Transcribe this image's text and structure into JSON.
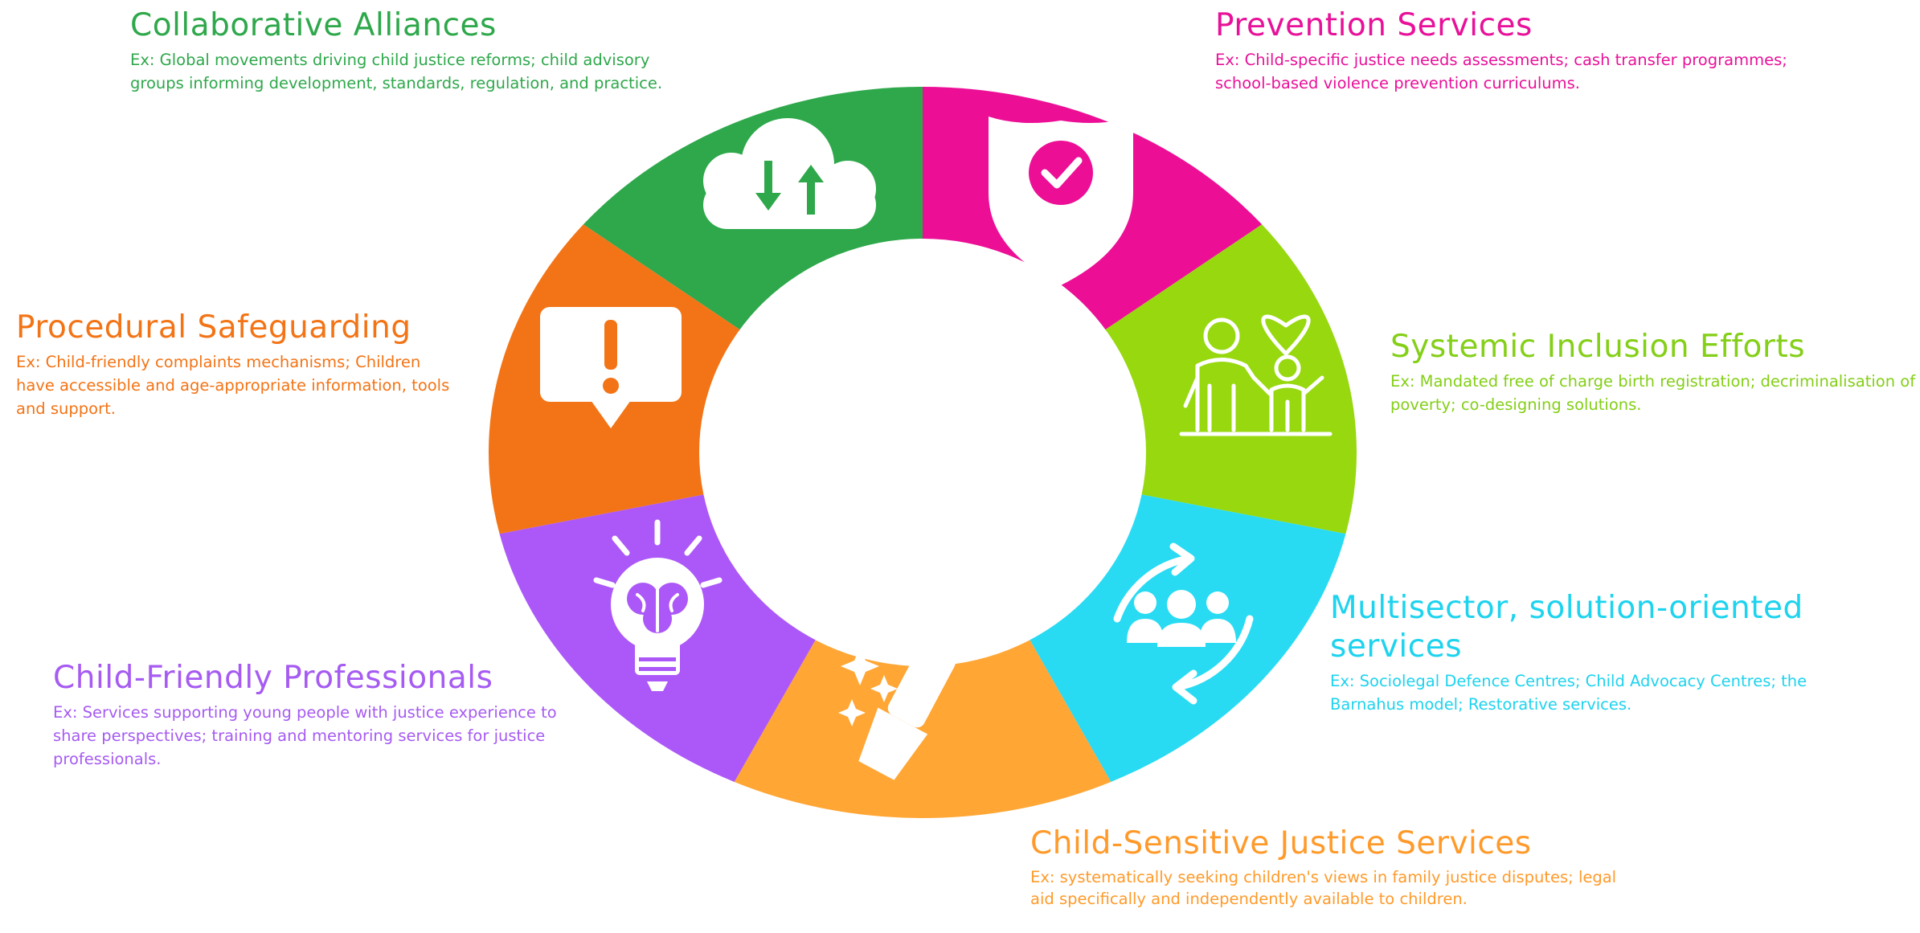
{
  "colors": {
    "green": "#2ea84b",
    "magenta": "#ec0f96",
    "lime": "#97d80f",
    "cyan": "#28dbf3",
    "orange": "#ffa635",
    "purple": "#ac58f8",
    "dark_orange": "#f37416",
    "text_orange": "#ff9a2a",
    "text_purple": "#a65bf2",
    "text_cyan": "#1ed3ee",
    "text_lime": "#84cf17",
    "text_green": "#2ea84b",
    "text_magenta": "#e81199",
    "text_dorange": "#f37416"
  },
  "segments": [
    {
      "title": "Collaborative Alliances",
      "desc": "Ex: Global movements driving child justice reforms; child advisory groups informing development, standards, regulation, and practice.",
      "icon": "cloud-sync-icon"
    },
    {
      "title": "Prevention Services",
      "desc": "Ex: Child-specific justice needs assessments; cash transfer programmes; school-based violence prevention curriculums.",
      "icon": "shield-check-icon"
    },
    {
      "title": "Systemic Inclusion Efforts",
      "desc": "Ex: Mandated free of charge birth registration; decriminalisation of poverty; co-designing solutions.",
      "icon": "family-heart-icon"
    },
    {
      "title": "Multisector, solution-oriented services",
      "desc": "Ex: Sociolegal Defence Centres; Child Advocacy Centres; the Barnahus model; Restorative services.",
      "icon": "group-cycle-icon"
    },
    {
      "title": "Child-Sensitive Justice Services",
      "desc": "Ex: systematically seeking children's views in family justice disputes; legal aid specifically and independently available to children.",
      "icon": "brush-sparkle-icon"
    },
    {
      "title": "Child-Friendly Professionals",
      "desc": "Ex: Services supporting young people with justice experience to share perspectives; training and mentoring services for justice professionals.",
      "icon": "brain-bulb-icon"
    },
    {
      "title": "Procedural Safeguarding",
      "desc": "Ex: Child-friendly complaints mechanisms; Children have accessible and age-appropriate information, tools and support.",
      "icon": "alert-speech-icon"
    }
  ]
}
